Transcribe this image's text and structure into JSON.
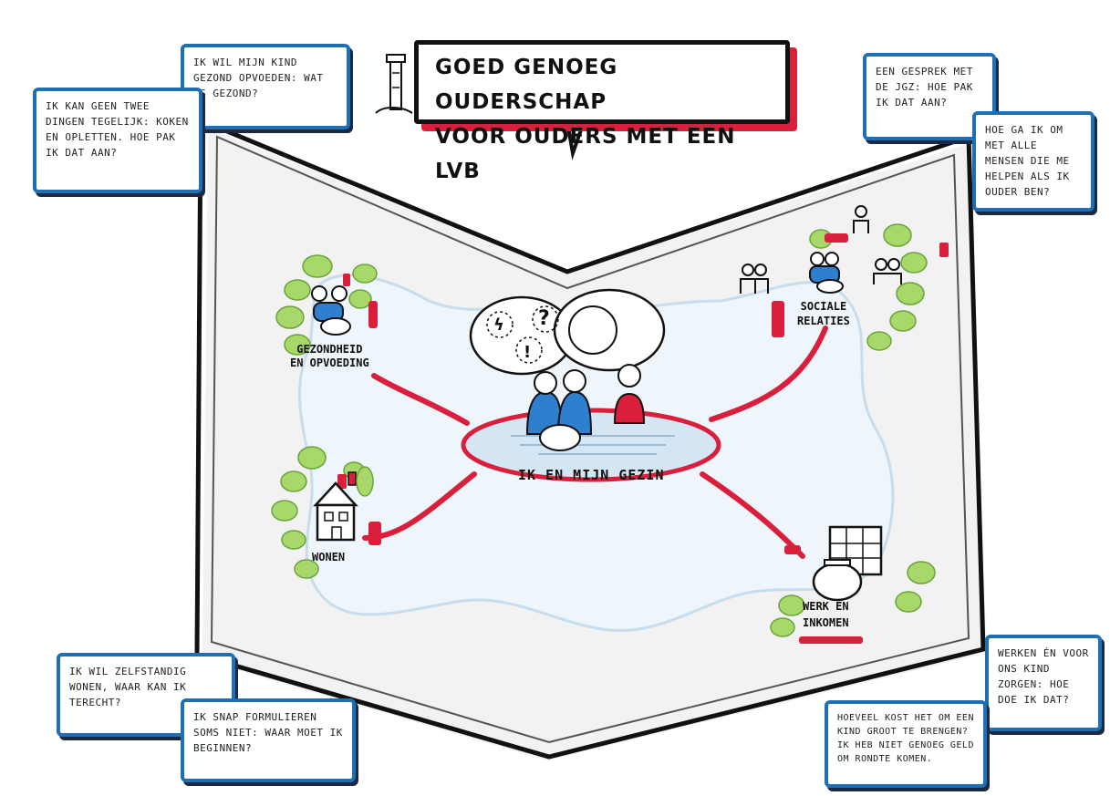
{
  "title": {
    "line1": "GOED GENOEG OUDERSCHAP",
    "line2": "VOOR OUDERS MET EEN LVB"
  },
  "center": {
    "label": "IK EN MIJN GEZIN"
  },
  "themes": {
    "health": {
      "line1": "GEZONDHEID",
      "line2": "EN OPVOEDING"
    },
    "social": {
      "line1": "SOCIALE",
      "line2": "RELATIES"
    },
    "housing": {
      "label": "WONEN"
    },
    "work": {
      "line1": "WERK EN",
      "line2": "INKOMEN"
    }
  },
  "bubbles": {
    "top_left_a": "IK WIL MIJN KIND GEZOND OPVOEDEN: WAT IS GEZOND?",
    "top_left_b": "IK KAN GEEN TWEE DINGEN TEGELIJK: KOKEN EN OPLETTEN. HOE PAK IK DAT AAN?",
    "top_right_a": "EEN GESPREK MET DE JGZ: HOE PAK IK DAT AAN?",
    "top_right_b": "HOE GA IK OM MET ALLE MENSEN DIE ME HELPEN ALS IK OUDER BEN?",
    "bottom_left_a": "IK WIL ZELFSTANDIG WONEN, WAAR KAN IK TERECHT?",
    "bottom_left_b": "IK SNAP FORMULIEREN SOMS NIET: WAAR MOET IK BEGINNEN?",
    "bottom_right_a": "WERKEN ÉN VOOR ONS KIND ZORGEN: HOE DOE IK DAT?",
    "bottom_right_b": "HOEVEEL KOST HET OM EEN KIND GROOT TE BRENGEN? IK HEB NIET GENOEG GELD OM RONDTE KOMEN."
  },
  "colors": {
    "accent_red": "#d91f3c",
    "bubble_blue": "#1f6fb5",
    "leaf_green": "#a8d86a",
    "river_blue": "#cfe3f2"
  }
}
